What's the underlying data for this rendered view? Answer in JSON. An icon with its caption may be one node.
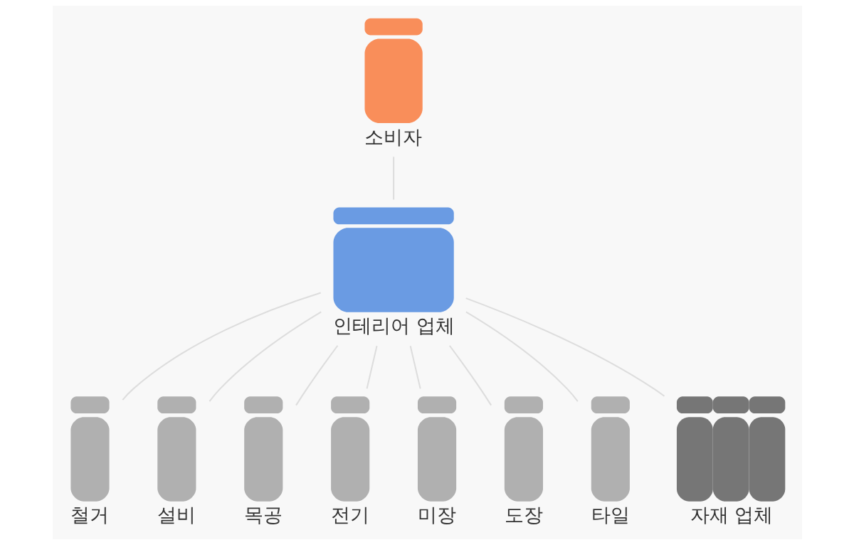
{
  "diagram": {
    "nodes": [
      {
        "text": [
          "소비자"
        ]
      },
      {
        "text": [
          "인테리어 업체"
        ]
      },
      {
        "text": [
          "철거"
        ]
      },
      {
        "text": [
          "설비"
        ]
      },
      {
        "text": [
          "목공"
        ]
      },
      {
        "text": [
          "전기"
        ]
      },
      {
        "text": [
          "미장"
        ]
      },
      {
        "text": [
          "도장"
        ]
      },
      {
        "text": [
          "타일"
        ]
      },
      {
        "text": [
          "자재 업체"
        ]
      }
    ],
    "edges": [
      {
        "from": 0,
        "to": 1,
        "arrow": "none"
      },
      {
        "from": 1,
        "to": 2,
        "arrow": "none"
      },
      {
        "from": 1,
        "to": 3,
        "arrow": "none"
      },
      {
        "from": 1,
        "to": 4,
        "arrow": "none"
      },
      {
        "from": 1,
        "to": 5,
        "arrow": "none"
      },
      {
        "from": 1,
        "to": 6,
        "arrow": "none"
      },
      {
        "from": 1,
        "to": 7,
        "arrow": "none"
      },
      {
        "from": 1,
        "to": 8,
        "arrow": "none"
      },
      {
        "from": 1,
        "to": 9,
        "arrow": "none"
      }
    ]
  }
}
